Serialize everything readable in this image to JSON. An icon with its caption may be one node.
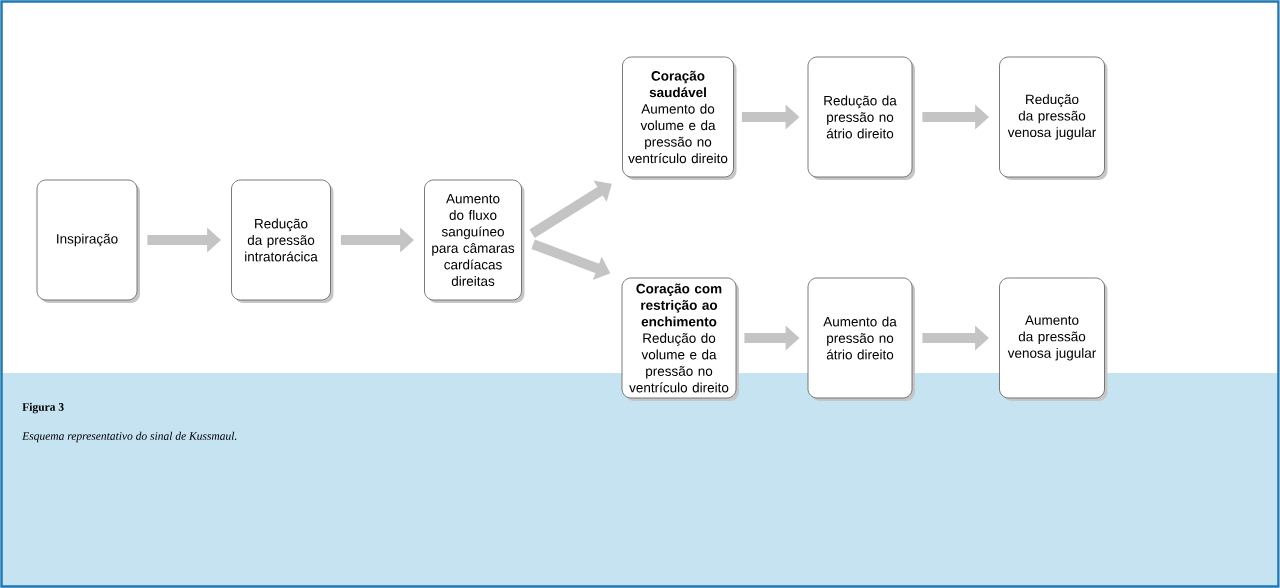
{
  "diagram": {
    "caption": "Esquema representativo do sinal de Kussmaul.",
    "nodes": [
      {
        "text": [
          "Inspiração"
        ]
      },
      {
        "text": [
          "Redução da pressão intratorácica"
        ]
      },
      {
        "text": [
          "Aumento do fluxo sanguíneo para câmaras cardíacas direitas"
        ]
      },
      {
        "text": [
          "Coração saudável",
          "Aumento do volume e da pressão no ventrículo direito"
        ]
      },
      {
        "text": [
          "Redução da pressão no átrio direito"
        ]
      },
      {
        "text": [
          "Redução da pressão venosa jugular"
        ]
      },
      {
        "text": [
          "Coração com restrição ao enchimento",
          "Redução do volume e da pressão no ventrículo direito"
        ]
      },
      {
        "text": [
          "Aumento da pressão no átrio direito"
        ]
      },
      {
        "text": [
          "Aumento da pressão venosa jugular"
        ]
      }
    ],
    "edges": [
      {
        "from": 0,
        "to": 1,
        "arrow": "to"
      },
      {
        "from": 1,
        "to": 2,
        "arrow": "to"
      },
      {
        "from": 2,
        "to": 3,
        "arrow": "to"
      },
      {
        "from": 2,
        "to": 6,
        "arrow": "to"
      },
      {
        "from": 3,
        "to": 4,
        "arrow": "to"
      },
      {
        "from": 4,
        "to": 5,
        "arrow": "to"
      },
      {
        "from": 6,
        "to": 7,
        "arrow": "to"
      },
      {
        "from": 7,
        "to": 8,
        "arrow": "to"
      }
    ],
    "labels": [
      "Figura 3"
    ]
  }
}
